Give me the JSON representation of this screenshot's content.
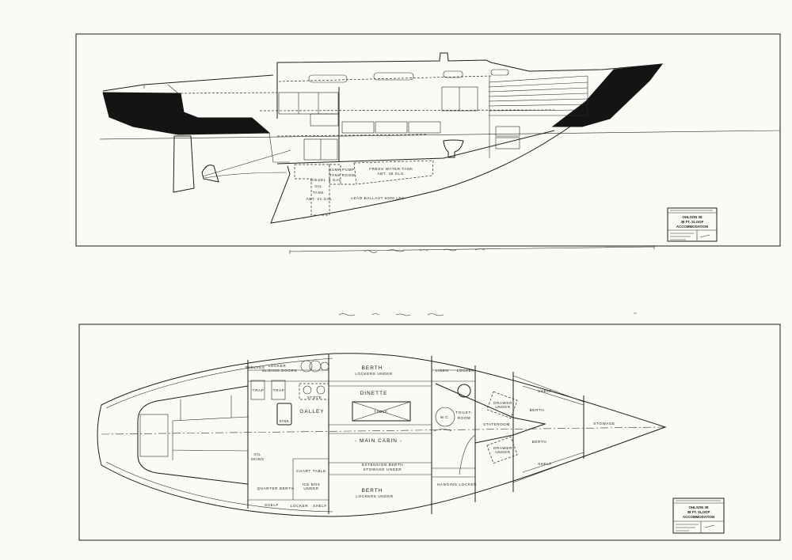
{
  "profile": {
    "tanks": {
      "diesel": [
        "DIESEL",
        "OIL",
        "TANK",
        "ABT. 21 GAL."
      ],
      "sump": [
        "SUMP",
        "TANK",
        "6 GAL"
      ],
      "pump": [
        "PUMP",
        "ROOM"
      ],
      "fresh_water": [
        "FRESH WATER TANK",
        "ABT. 48 GLS."
      ],
      "ballast": "LEAD BALLAST   6000 LBS."
    }
  },
  "plan": {
    "shelves": "SHELVES",
    "locker_sliding": [
      "LOCKER",
      "SLIDING DOORS"
    ],
    "berth_port": [
      "BERTH",
      "LOCKERS UNDER"
    ],
    "linen": "LINEN",
    "locker_fwd": "LOCKER",
    "trap1": "TRAP",
    "trap2": "TRAP",
    "stove": "STOVE",
    "dinette": "DINETTE",
    "table": "TABLE",
    "sink": "SINK",
    "galley": "GALLEY",
    "main_cabin": "- MAIN CABIN -",
    "wc": "W.C.",
    "toilet_room": [
      "TOILET-",
      "ROOM"
    ],
    "stateroom": "STATEROOM",
    "drawer_upper": [
      "DRAWER",
      "UNDER"
    ],
    "drawer_lower": [
      "DRAWER",
      "UNDER"
    ],
    "berth_fwd_upper": "BERTH",
    "berth_fwd_lower": "BERTH",
    "shelf_upper": "SHELF",
    "shelf_lower": "SHELF",
    "stowage": "STOWAGE",
    "hanging_locker": "HANGING LOCKER",
    "oil_skins": [
      "OIL",
      "SKINS"
    ],
    "quarter_berth": "QUARTER BERTH",
    "chart_table": "CHART TABLE",
    "ice_box": [
      "ICE BOX",
      "UNDER"
    ],
    "shelf_aft1": "SHELF",
    "locker_aft": "LOCKER",
    "shelf_aft2": "SHELF",
    "extension_berth": [
      "EXTENSION BERTH",
      "STOWAGE UNDER"
    ],
    "berth_stbd": [
      "BERTH",
      "LOCKERS UNDER"
    ]
  },
  "title_block": {
    "name": "OHLSON 38",
    "type": "38 FT. SLOOP",
    "sheet": "ACCOMMODATION"
  }
}
